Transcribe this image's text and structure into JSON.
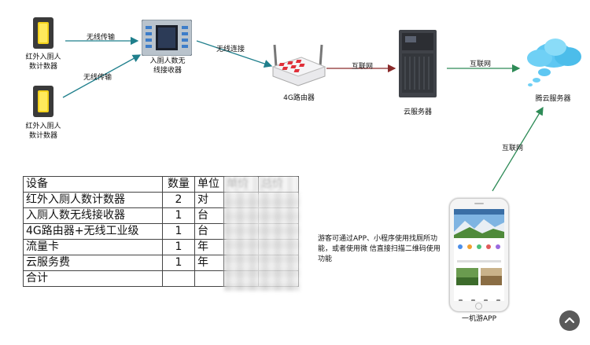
{
  "diagram": {
    "nodes": {
      "counter1": "红外入厕人\n数计数器",
      "counter2": "红外入厕人\n数计数器",
      "receiver": "入厕人数无\n线接收器",
      "router": "4G路由器",
      "cloud_server": "云服务器",
      "tencent_cloud": "腾云服务器",
      "app": "一机游APP"
    },
    "edges": {
      "wireless1": "无线传输",
      "wireless2": "无线传输",
      "wireless_connect": "无线连接",
      "internet1": "互联网",
      "internet2": "互联网",
      "internet3": "互联网"
    },
    "description": "游客可通过APP、小程序使用找厕所功能，或者使用微 信直接扫描二维码使用功能",
    "colors": {
      "arrow_teal": "#1f7f8c",
      "arrow_red": "#8a2a2a",
      "arrow_green": "#2e8b57",
      "cloud": "#5ec7f2"
    }
  },
  "table": {
    "header": [
      "设备",
      "数量",
      "单位",
      "单价",
      "总价"
    ],
    "rows": [
      [
        "红外入厕人数计数器",
        "2",
        "对",
        "",
        ""
      ],
      [
        "入厕人数无线接收器",
        "1",
        "台",
        "",
        ""
      ],
      [
        "4G路由器+无线工业级",
        "1",
        "台",
        "",
        ""
      ],
      [
        "流量卡",
        "1",
        "年",
        "",
        ""
      ],
      [
        "云服务费",
        "1",
        "年",
        "",
        ""
      ],
      [
        "合计",
        "",
        "",
        "",
        ""
      ]
    ]
  }
}
